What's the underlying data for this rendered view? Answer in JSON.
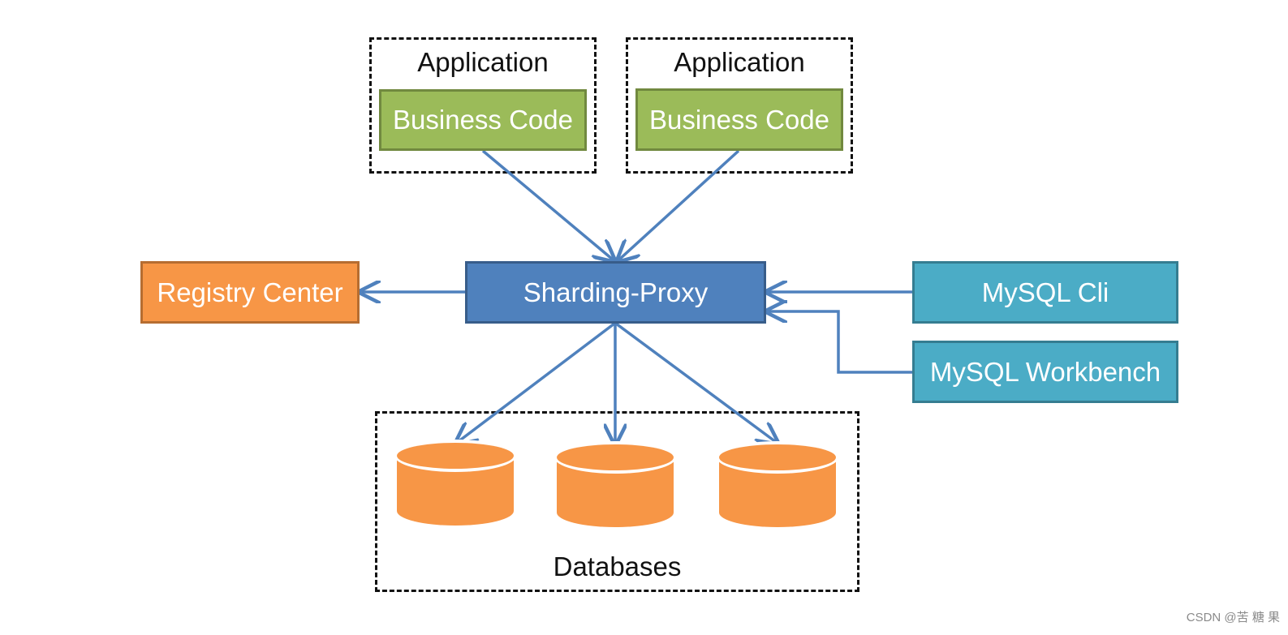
{
  "applications": [
    {
      "title": "Application",
      "business": "Business Code"
    },
    {
      "title": "Application",
      "business": "Business Code"
    }
  ],
  "proxy": {
    "label": "Sharding-Proxy"
  },
  "registry": {
    "label": "Registry Center"
  },
  "clients": {
    "cli": "MySQL Cli",
    "workbench": "MySQL Workbench"
  },
  "databases": {
    "label": "Databases",
    "count": 3
  },
  "watermark": "CSDN @苦 糖 果",
  "colors": {
    "business": "#9bbb59",
    "proxy": "#4f81bd",
    "registry": "#f79646",
    "client": "#4bacc6",
    "database": "#f79646",
    "arrow": "#4f81bd"
  }
}
